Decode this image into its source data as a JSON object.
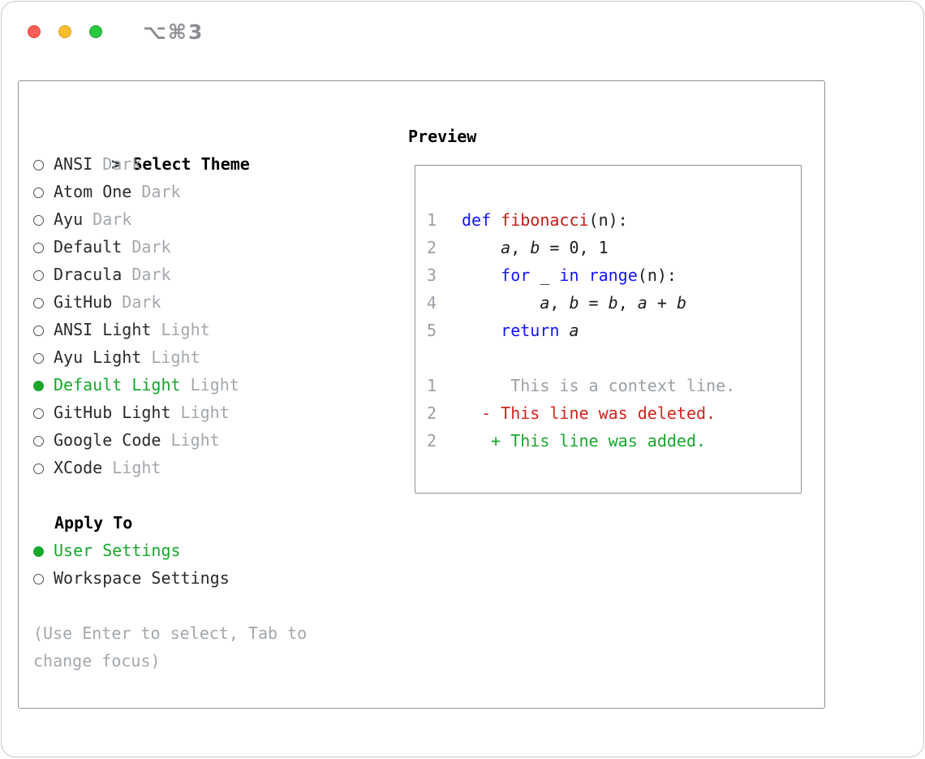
{
  "window": {
    "shortcut": "⌥⌘3"
  },
  "colors": {
    "green": "#18a72c",
    "red": "#d0241c",
    "blue": "#1414ff",
    "function_red": "#c41a16",
    "gray": "#9aa0a6"
  },
  "theme_selector": {
    "prompt": ">",
    "title": "Select Theme",
    "items": [
      {
        "name": "ANSI",
        "variant": "Dark",
        "selected": false
      },
      {
        "name": "Atom One",
        "variant": "Dark",
        "selected": false
      },
      {
        "name": "Ayu",
        "variant": "Dark",
        "selected": false
      },
      {
        "name": "Default",
        "variant": "Dark",
        "selected": false
      },
      {
        "name": "Dracula",
        "variant": "Dark",
        "selected": false
      },
      {
        "name": "GitHub",
        "variant": "Dark",
        "selected": false
      },
      {
        "name": "ANSI Light",
        "variant": "Light",
        "selected": false
      },
      {
        "name": "Ayu Light",
        "variant": "Light",
        "selected": false
      },
      {
        "name": "Default Light",
        "variant": "Light",
        "selected": true
      },
      {
        "name": "GitHub Light",
        "variant": "Light",
        "selected": false
      },
      {
        "name": "Google Code",
        "variant": "Light",
        "selected": false
      },
      {
        "name": "XCode",
        "variant": "Light",
        "selected": false
      }
    ],
    "apply_to": {
      "title": "Apply To",
      "options": [
        {
          "label": "User Settings",
          "selected": true
        },
        {
          "label": "Workspace Settings",
          "selected": false
        }
      ]
    },
    "hint": "(Use Enter to select, Tab to change focus)"
  },
  "preview": {
    "title": "Preview",
    "code_lines": [
      {
        "num": "1",
        "tokens": [
          [
            "def",
            "kw"
          ],
          [
            " ",
            "p"
          ],
          [
            "fibonacci",
            "fn"
          ],
          [
            "(n):",
            "p"
          ]
        ]
      },
      {
        "num": "2",
        "tokens": [
          [
            "    ",
            "p"
          ],
          [
            "a",
            "v"
          ],
          [
            ", ",
            "p"
          ],
          [
            "b",
            "v"
          ],
          [
            " = 0, 1",
            "p"
          ]
        ]
      },
      {
        "num": "3",
        "tokens": [
          [
            "    ",
            "p"
          ],
          [
            "for",
            "kw"
          ],
          [
            " _ ",
            "p"
          ],
          [
            "in",
            "kw"
          ],
          [
            " ",
            "p"
          ],
          [
            "range",
            "kw"
          ],
          [
            "(n):",
            "p"
          ]
        ]
      },
      {
        "num": "4",
        "tokens": [
          [
            "        ",
            "p"
          ],
          [
            "a",
            "v"
          ],
          [
            ", ",
            "p"
          ],
          [
            "b",
            "v"
          ],
          [
            " = ",
            "p"
          ],
          [
            "b",
            "v"
          ],
          [
            ", ",
            "p"
          ],
          [
            "a",
            "v"
          ],
          [
            " + ",
            "p"
          ],
          [
            "b",
            "v"
          ]
        ]
      },
      {
        "num": "5",
        "tokens": [
          [
            "    ",
            "p"
          ],
          [
            "return",
            "kw"
          ],
          [
            " ",
            "p"
          ],
          [
            "a",
            "v"
          ]
        ]
      },
      {
        "num": "",
        "tokens": []
      },
      {
        "num": "1",
        "tokens": [
          [
            "     This is a context line.",
            "ctx"
          ]
        ]
      },
      {
        "num": "2",
        "tokens": [
          [
            "  - This line was deleted.",
            "del"
          ]
        ]
      },
      {
        "num": "2",
        "tokens": [
          [
            "   + This line was added.",
            "add"
          ]
        ]
      }
    ]
  }
}
